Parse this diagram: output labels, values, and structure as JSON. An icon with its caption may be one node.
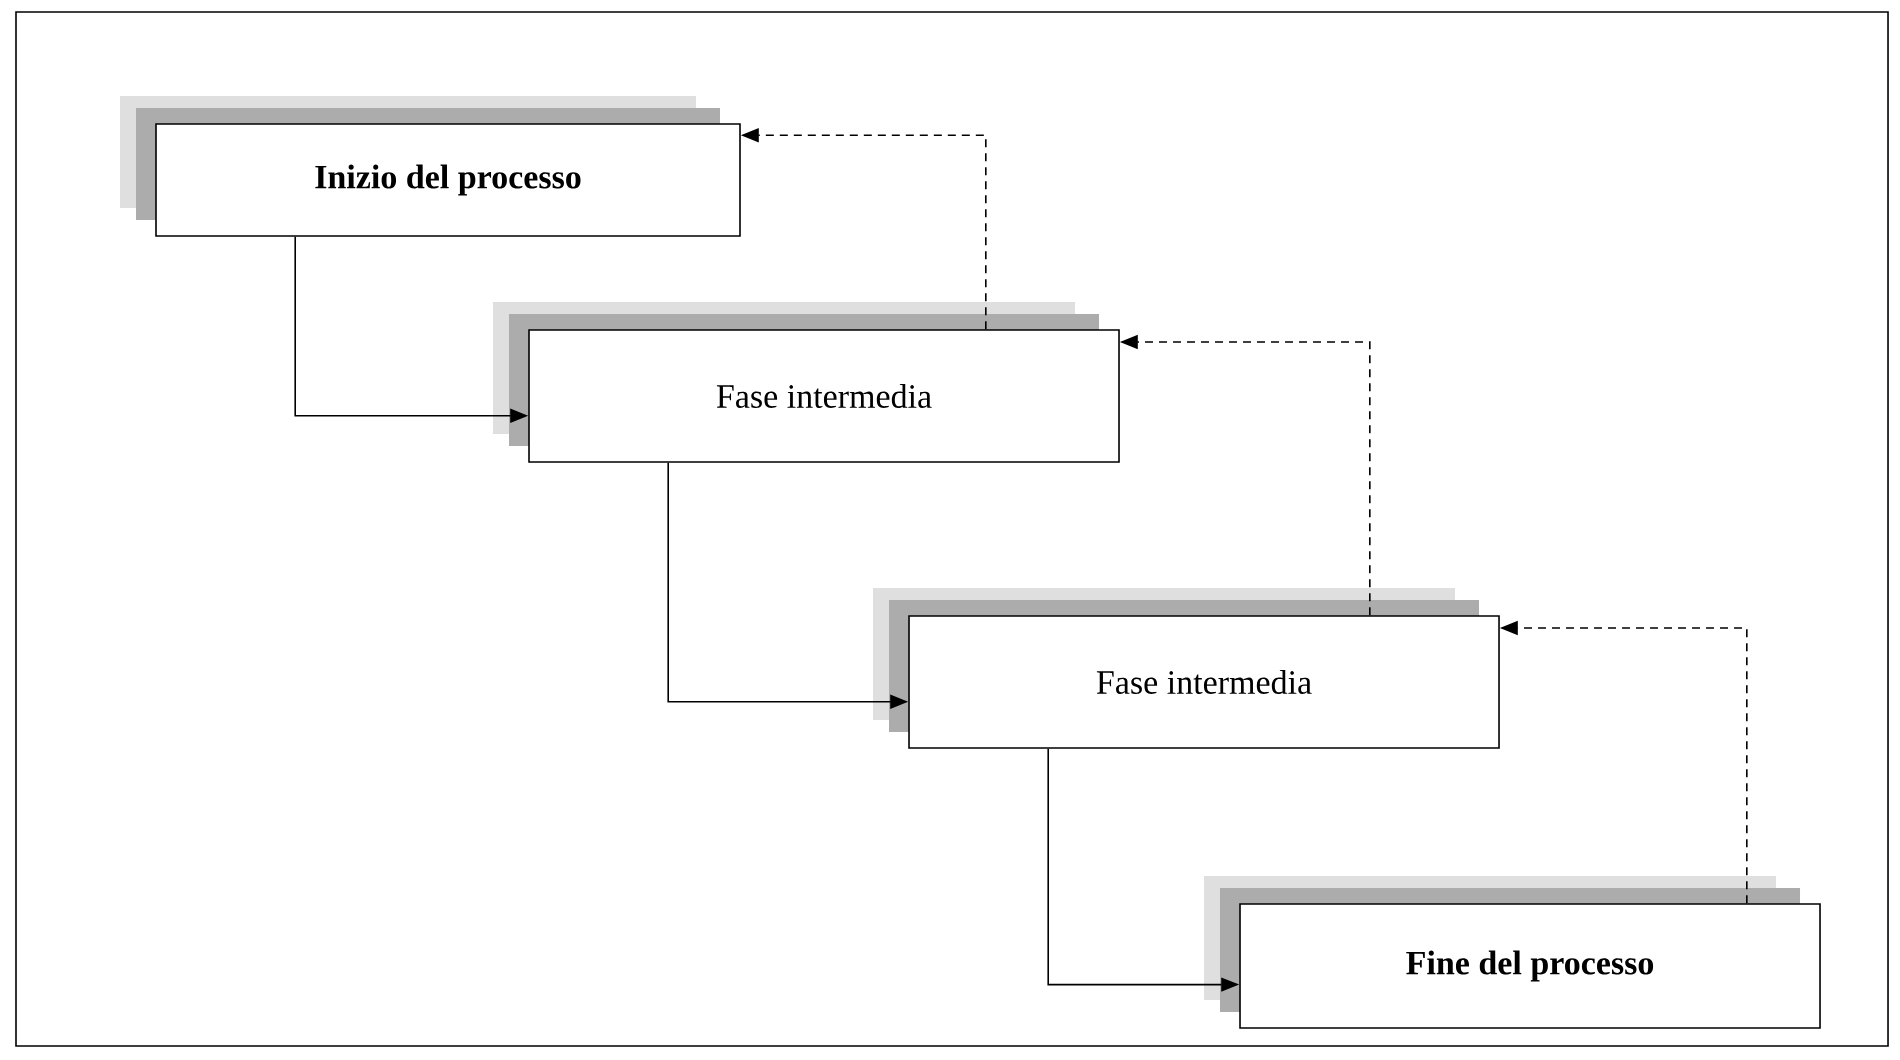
{
  "diagram": {
    "nodes": [
      {
        "text": [
          "Inizio del processo"
        ]
      },
      {
        "text": [
          "Fase intermedia"
        ]
      },
      {
        "text": [
          "Fase intermedia"
        ]
      },
      {
        "text": [
          "Fine del processo"
        ]
      }
    ],
    "edges": [
      {
        "from": 0,
        "to": 1,
        "arrow": "to"
      },
      {
        "from": 1,
        "to": 2,
        "arrow": "to"
      },
      {
        "from": 2,
        "to": 3,
        "arrow": "to"
      },
      {
        "from": 1,
        "to": 0,
        "arrow": "to",
        "style": "dashed"
      },
      {
        "from": 2,
        "to": 1,
        "arrow": "to",
        "style": "dashed"
      },
      {
        "from": 3,
        "to": 2,
        "arrow": "to",
        "style": "dashed"
      }
    ]
  }
}
